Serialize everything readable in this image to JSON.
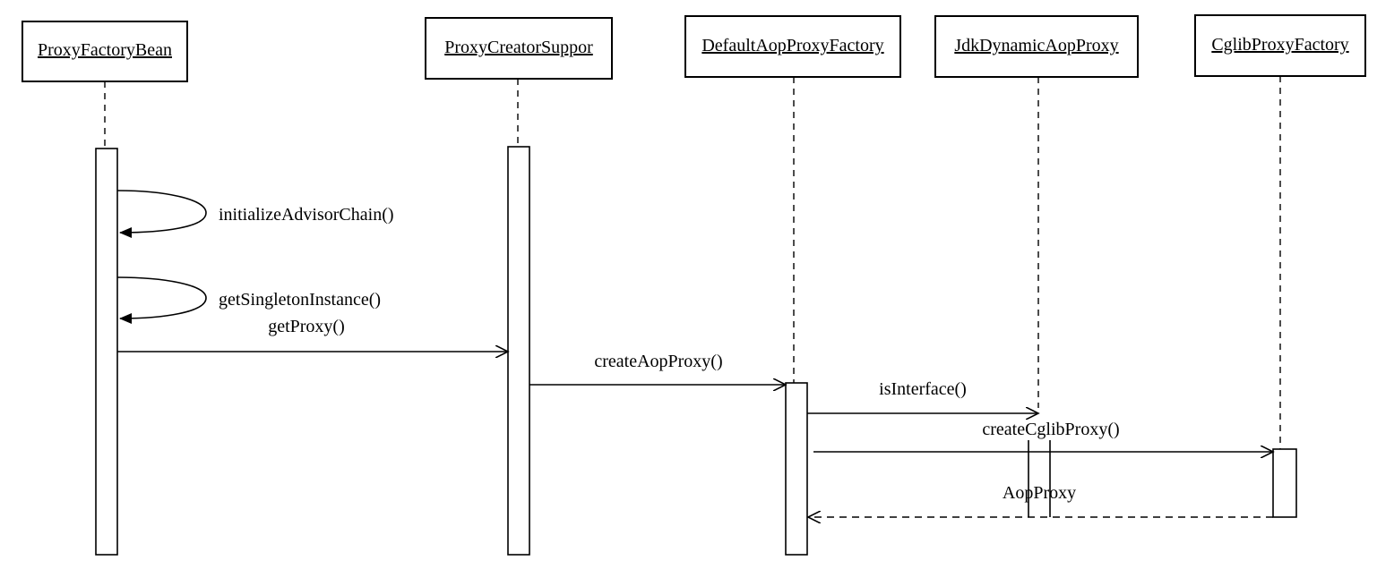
{
  "participants": [
    {
      "id": "pfb",
      "label": "ProxyFactoryBean"
    },
    {
      "id": "pcs",
      "label": "ProxyCreatorSuppor"
    },
    {
      "id": "dapf",
      "label": "DefaultAopProxyFactory"
    },
    {
      "id": "jdap",
      "label": "JdkDynamicAopProxy"
    },
    {
      "id": "cpf",
      "label": "CglibProxyFactory"
    }
  ],
  "messages": {
    "initialize_advisor_chain": "initializeAdvisorChain()",
    "get_singleton_instance": "getSingletonInstance()",
    "get_proxy": "getProxy()",
    "create_aop_proxy": "createAopProxy()",
    "is_interface": "isInterface()",
    "create_cglib_proxy": "createCglibProxy()",
    "aop_proxy_return": "AopProxy"
  }
}
